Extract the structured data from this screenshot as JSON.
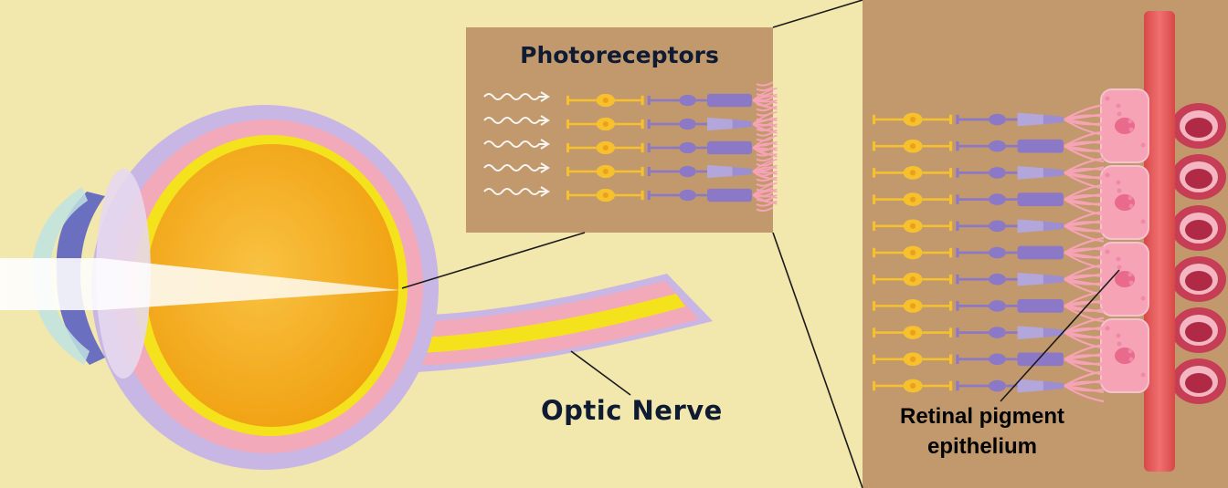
{
  "labels": {
    "photoreceptors": "Photoreceptors",
    "optic_nerve": "Optic Nerve",
    "rpe_line1": "Retinal pigment",
    "rpe_line2": "epithelium"
  },
  "colors": {
    "background": "#f2e7ad",
    "panel": "#c2996d",
    "vitreous": "#f5ab1a",
    "retina_yellow": "#f4e21c",
    "choroid_pink": "#f2a9ba",
    "sclera_lavender": "#c8b6e4",
    "iris_blue": "#6a6fbf",
    "photoreceptor_yellow": "#f6c12d",
    "photoreceptor_purple": "#8b78c6",
    "rpe_pink": "#f6a3b6",
    "membrane_red": "#e45050",
    "vessel_red": "#c53e55"
  },
  "counts": {
    "light_waves": 5,
    "inset_photoreceptor_rows": 5,
    "detail_photoreceptor_rows": 11,
    "rpe_cells": 4,
    "blood_vessels": 6
  }
}
